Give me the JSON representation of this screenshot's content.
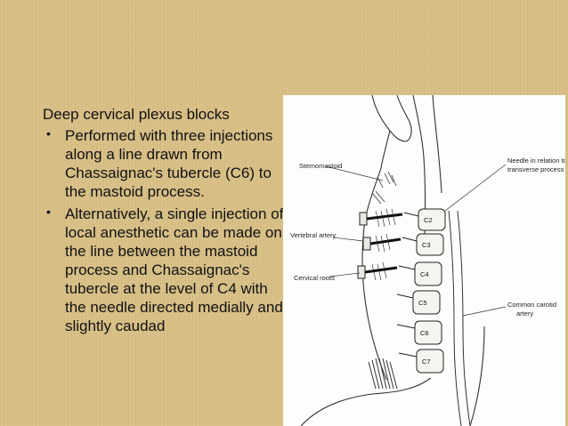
{
  "slide": {
    "heading": "Deep cervical plexus blocks",
    "bullets": [
      "Performed with three injections along a line drawn from Chassaignac's tubercle (C6) to the mastoid process.",
      "Alternatively, a single injection of local anesthetic can be made on the line between the mastoid process and Chassaignac's tubercle at the level of C4 with the needle directed medially and slightly caudad"
    ],
    "bullet_marker": "•"
  },
  "figure": {
    "labels": {
      "sternomastoid": "Sternomastoid",
      "vertebral_artery": "Vertebral artery",
      "cervical_roots": "Cervical roots",
      "needle_relation": "Needle in relation to transverse process",
      "needle_relation_line1": "Needle in relation to",
      "needle_relation_line2": "transverse process",
      "carotid_line1": "Common carotid",
      "carotid_line2": "artery"
    },
    "vertebrae": [
      "C2",
      "C3",
      "C4",
      "C5",
      "C6",
      "C7"
    ]
  }
}
